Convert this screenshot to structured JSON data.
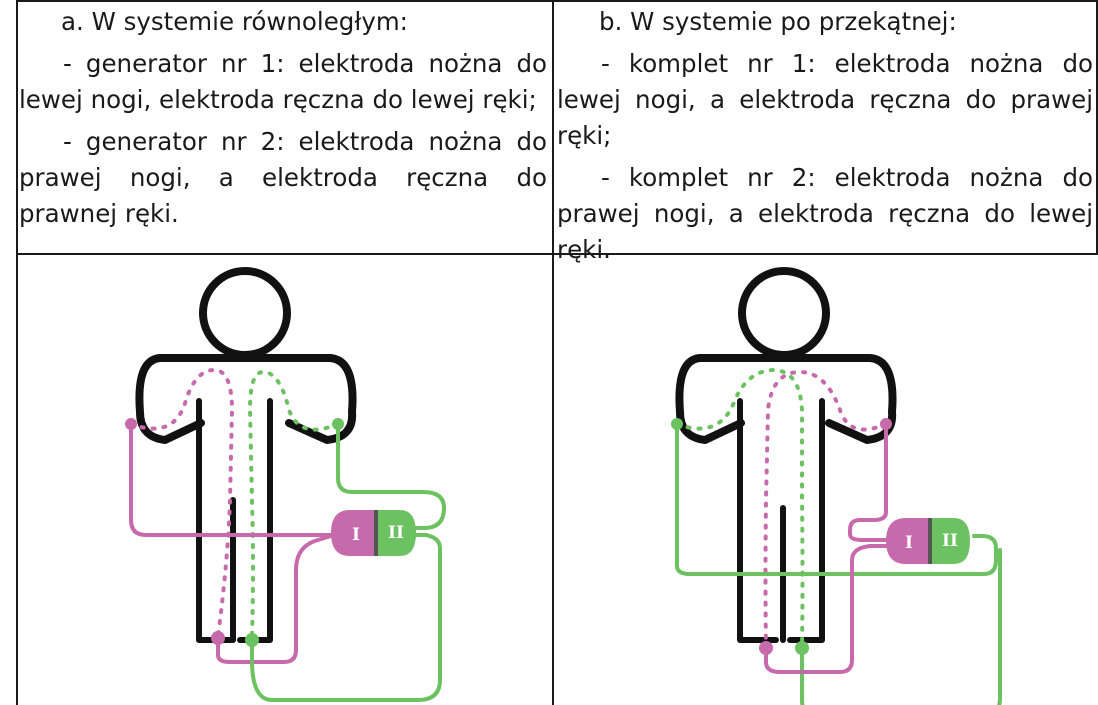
{
  "left": {
    "heading": "a. W systemie równoległym:",
    "item_1": "- generator nr 1: elektroda nożna do lewej nogi, elektroda ręczna do lewej ręki;",
    "item_2": "- generator nr 2: elektroda nożna do prawej nogi, a elektroda ręczna do prawnej ręki.",
    "device_label_1": "I",
    "device_label_2": "II"
  },
  "right": {
    "heading": "b. W systemie po przekątnej:",
    "item_1": "- komplet nr 1: elektroda nożna do lewej nogi, a elektroda ręczna do prawej ręki;",
    "item_2": "- komplet nr 2: elektroda nożna do prawej nogi, a elektroda ręczna do lewej ręki.",
    "device_label_1": "I",
    "device_label_2": "II"
  },
  "colors": {
    "pink": "#c76aac",
    "green": "#6cc160",
    "outline": "#111111"
  }
}
